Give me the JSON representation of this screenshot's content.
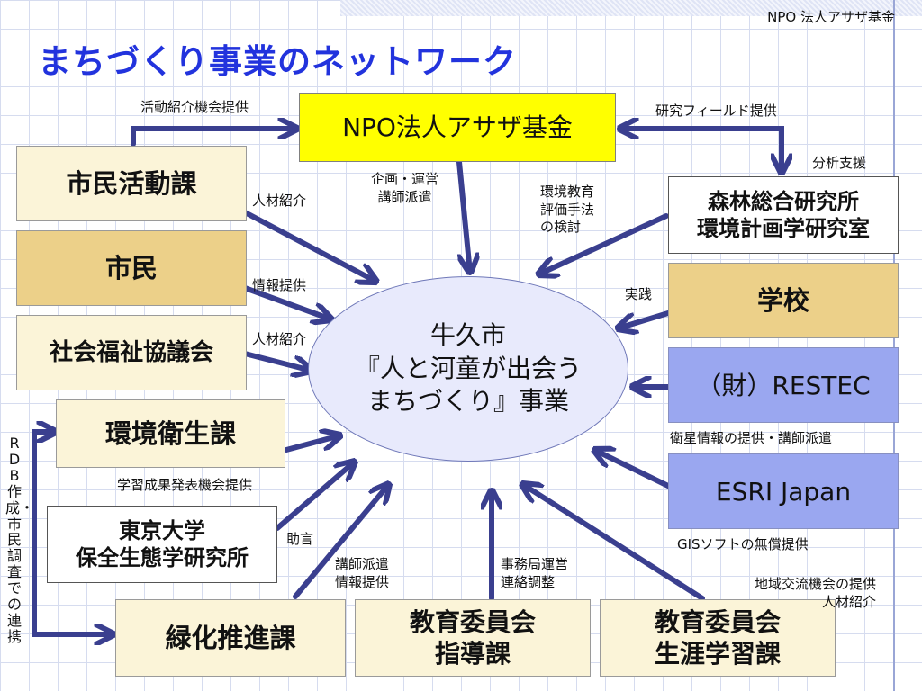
{
  "header": {
    "org": "NPO 法人アサザ基金",
    "title": "まちづくり事業のネットワーク"
  },
  "center": {
    "lines": [
      "牛久市",
      "『人と河童が出会う",
      "まちづくり』事業"
    ]
  },
  "boxes": {
    "npo": "NPO法人アサザ基金",
    "shimin_katsudo": "市民活動課",
    "shimin": "市民",
    "shakai_fukushi": "社会福祉協議会",
    "kankyo_eisei": "環境衛生課",
    "todai": [
      "東京大学",
      "保全生態学研究所"
    ],
    "ryokuka": "緑化推進課",
    "kyoiku_shido": [
      "教育委員会",
      "指導課"
    ],
    "kyoiku_shogai": [
      "教育委員会",
      "生涯学習課"
    ],
    "shinrin": [
      "森林総合研究所",
      "環境計画学研究室"
    ],
    "gakko": "学校",
    "restec": "（財）RESTEC",
    "esri": "ESRI Japan"
  },
  "labels": {
    "katsudo_shokai": "活動紹介機会提供",
    "kenkyu_field": "研究フィールド提供",
    "bunseki": "分析支援",
    "jinzai1": "人材紹介",
    "kikaku": [
      "企画・運営",
      "講師派遣"
    ],
    "kankyo_kyoiku": [
      "環境教育",
      "評価手法",
      "の検討"
    ],
    "joho": "情報提供",
    "jinzai2": "人材紹介",
    "jissen": "実践",
    "eisei": "衛星情報の提供・講師派遣",
    "gakushu": "学習成果発表機会提供",
    "jogen": "助言",
    "gis": "GISソフトの無償提供",
    "koshi_haken": [
      "講師派遣",
      "情報提供"
    ],
    "jimukyoku": [
      "事務局運営",
      "連絡調整"
    ],
    "chiiki": [
      "地域交流機会の提供",
      "人材紹介"
    ],
    "rdb": "RDB作成・市民調査での連携"
  },
  "colors": {
    "arrow": "#3a3f8f",
    "title": "#2233dd"
  }
}
